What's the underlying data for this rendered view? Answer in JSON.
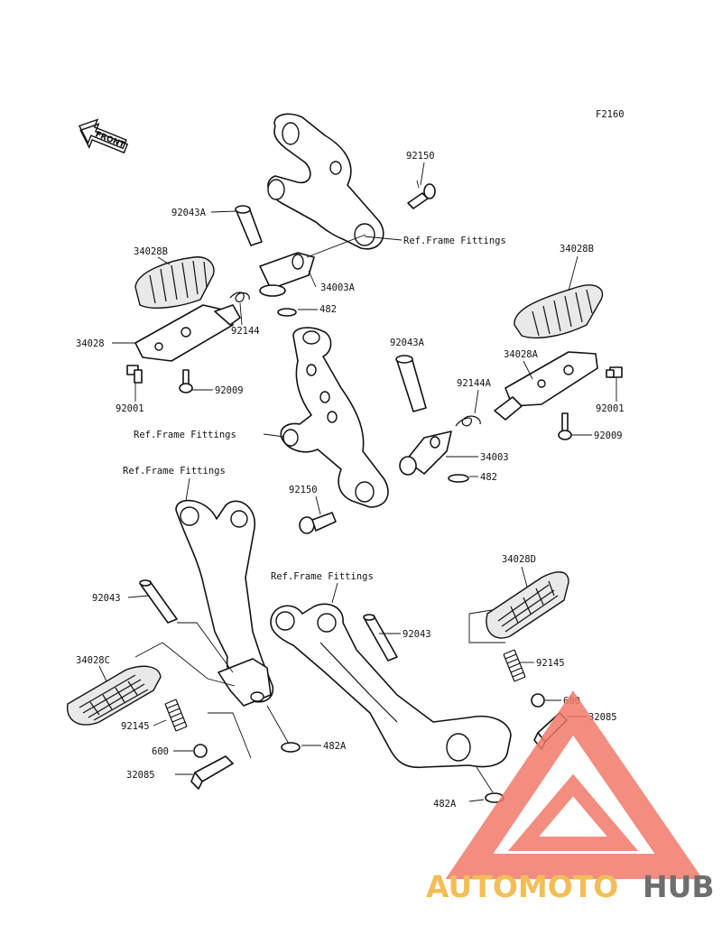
{
  "diagram_code": "F2160",
  "front_label": "FRONT",
  "labels": {
    "p92150_top": "92150",
    "p92043a_top": "92043A",
    "ref_top": "Ref.Frame Fittings",
    "p34028b_left": "34028B",
    "p34028b_right": "34028B",
    "p34003a": "34003A",
    "p482_top": "482",
    "p34028": "34028",
    "p92144": "92144",
    "p92001_left": "92001",
    "p92009_left": "92009",
    "p92043a_mid": "92043A",
    "p34028a": "34028A",
    "p92144a": "92144A",
    "p92001_right": "92001",
    "ref_mid": "Ref.Frame Fittings",
    "p92009_right": "92009",
    "p34003": "34003",
    "p482_mid": "482",
    "p92150_mid": "92150",
    "ref_lower_left": "Ref.Frame Fittings",
    "ref_lower_right": "Ref.Frame Fittings",
    "p34028d": "34028D",
    "p92043_left": "92043",
    "p92043_right": "92043",
    "p34028c": "34028C",
    "p92145_right": "92145",
    "p600_right": "600",
    "p32085_right": "32085",
    "p92145_left": "92145",
    "p600_left": "600",
    "p482a_left": "482A",
    "p32085_left": "32085",
    "p482a_right": "482A"
  },
  "watermark": {
    "part1": "AUTOMOTO",
    "part2": "HUB",
    "color_primary": "#f07a6a",
    "color_secondary": "#f2b23a",
    "color_dark": "#555555"
  }
}
